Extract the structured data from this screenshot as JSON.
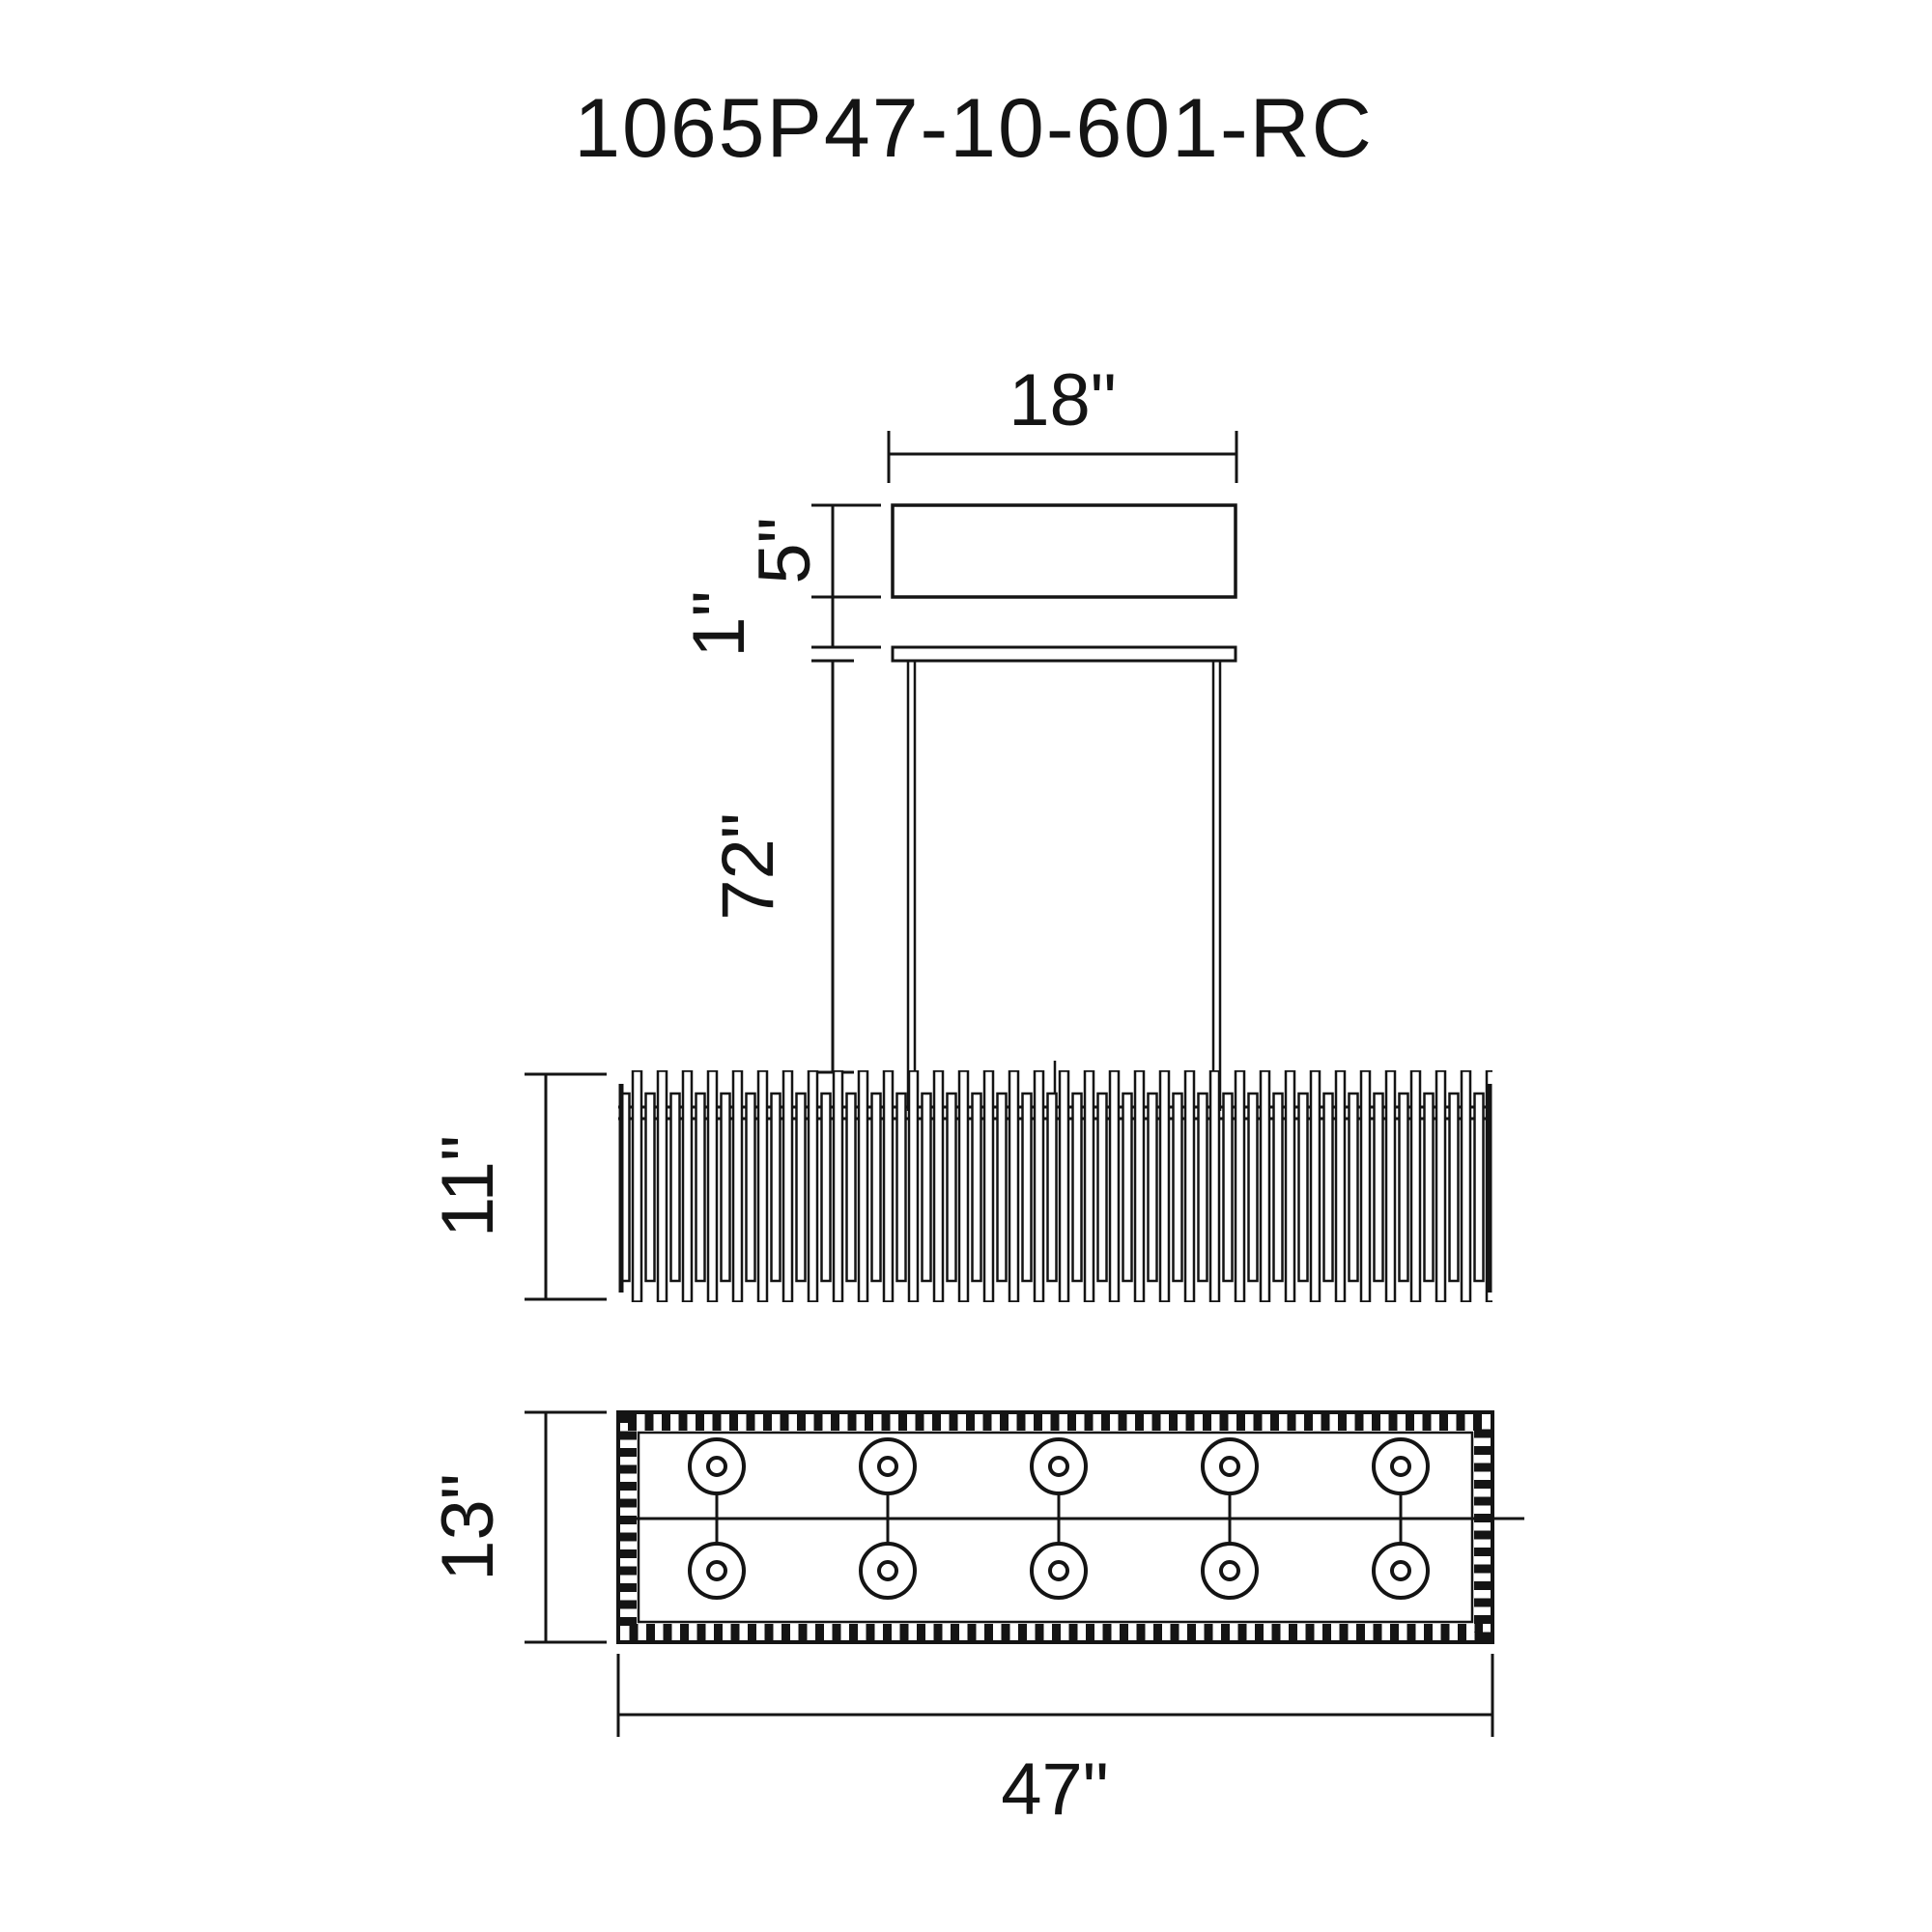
{
  "title": "1065P47-10-601-RC",
  "colors": {
    "line": "#141414",
    "background": "#ffffff"
  },
  "dimensions": {
    "canopy_width": "18\"",
    "canopy_height": "5\"",
    "stem_gap": "1\"",
    "rod_drop": "72\"",
    "body_height": "11\"",
    "body_depth": "13\"",
    "body_width": "47\""
  },
  "lights": {
    "count": 10,
    "rows": 2,
    "columns": 5
  }
}
